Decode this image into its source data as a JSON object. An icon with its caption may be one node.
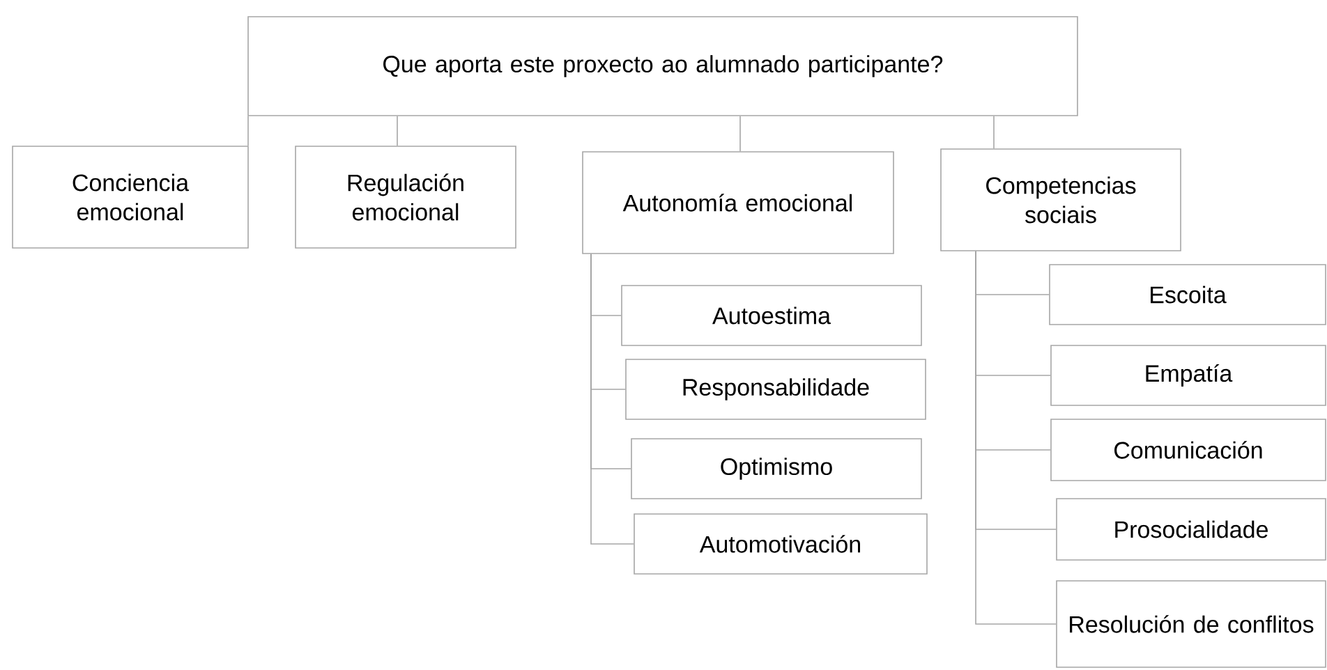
{
  "diagram": {
    "nodes": [
      {
        "text": [
          "Que aporta este proxecto ao alumnado participante?"
        ]
      },
      {
        "text": [
          "Conciencia emocional"
        ]
      },
      {
        "text": [
          "Regulación emocional"
        ]
      },
      {
        "text": [
          "Autonomía emocional"
        ]
      },
      {
        "text": [
          "Competencias sociais"
        ]
      },
      {
        "text": [
          "Autoestima"
        ]
      },
      {
        "text": [
          "Responsabilidade"
        ]
      },
      {
        "text": [
          "Optimismo"
        ]
      },
      {
        "text": [
          "Automotivación"
        ]
      },
      {
        "text": [
          "Escoita"
        ]
      },
      {
        "text": [
          "Empatía"
        ]
      },
      {
        "text": [
          "Comunicación"
        ]
      },
      {
        "text": [
          "Prosocialidade"
        ]
      },
      {
        "text": [
          "Resolución de conflitos"
        ]
      }
    ],
    "edges": [
      {
        "from": 0,
        "to": 1,
        "arrow": "none"
      },
      {
        "from": 0,
        "to": 2,
        "arrow": "none"
      },
      {
        "from": 0,
        "to": 3,
        "arrow": "none"
      },
      {
        "from": 0,
        "to": 4,
        "arrow": "none"
      },
      {
        "from": 3,
        "to": 5,
        "arrow": "none"
      },
      {
        "from": 3,
        "to": 6,
        "arrow": "none"
      },
      {
        "from": 3,
        "to": 7,
        "arrow": "none"
      },
      {
        "from": 3,
        "to": 8,
        "arrow": "none"
      },
      {
        "from": 4,
        "to": 9,
        "arrow": "none"
      },
      {
        "from": 4,
        "to": 10,
        "arrow": "none"
      },
      {
        "from": 4,
        "to": 11,
        "arrow": "none"
      },
      {
        "from": 4,
        "to": 12,
        "arrow": "none"
      },
      {
        "from": 4,
        "to": 13,
        "arrow": "none"
      }
    ]
  }
}
